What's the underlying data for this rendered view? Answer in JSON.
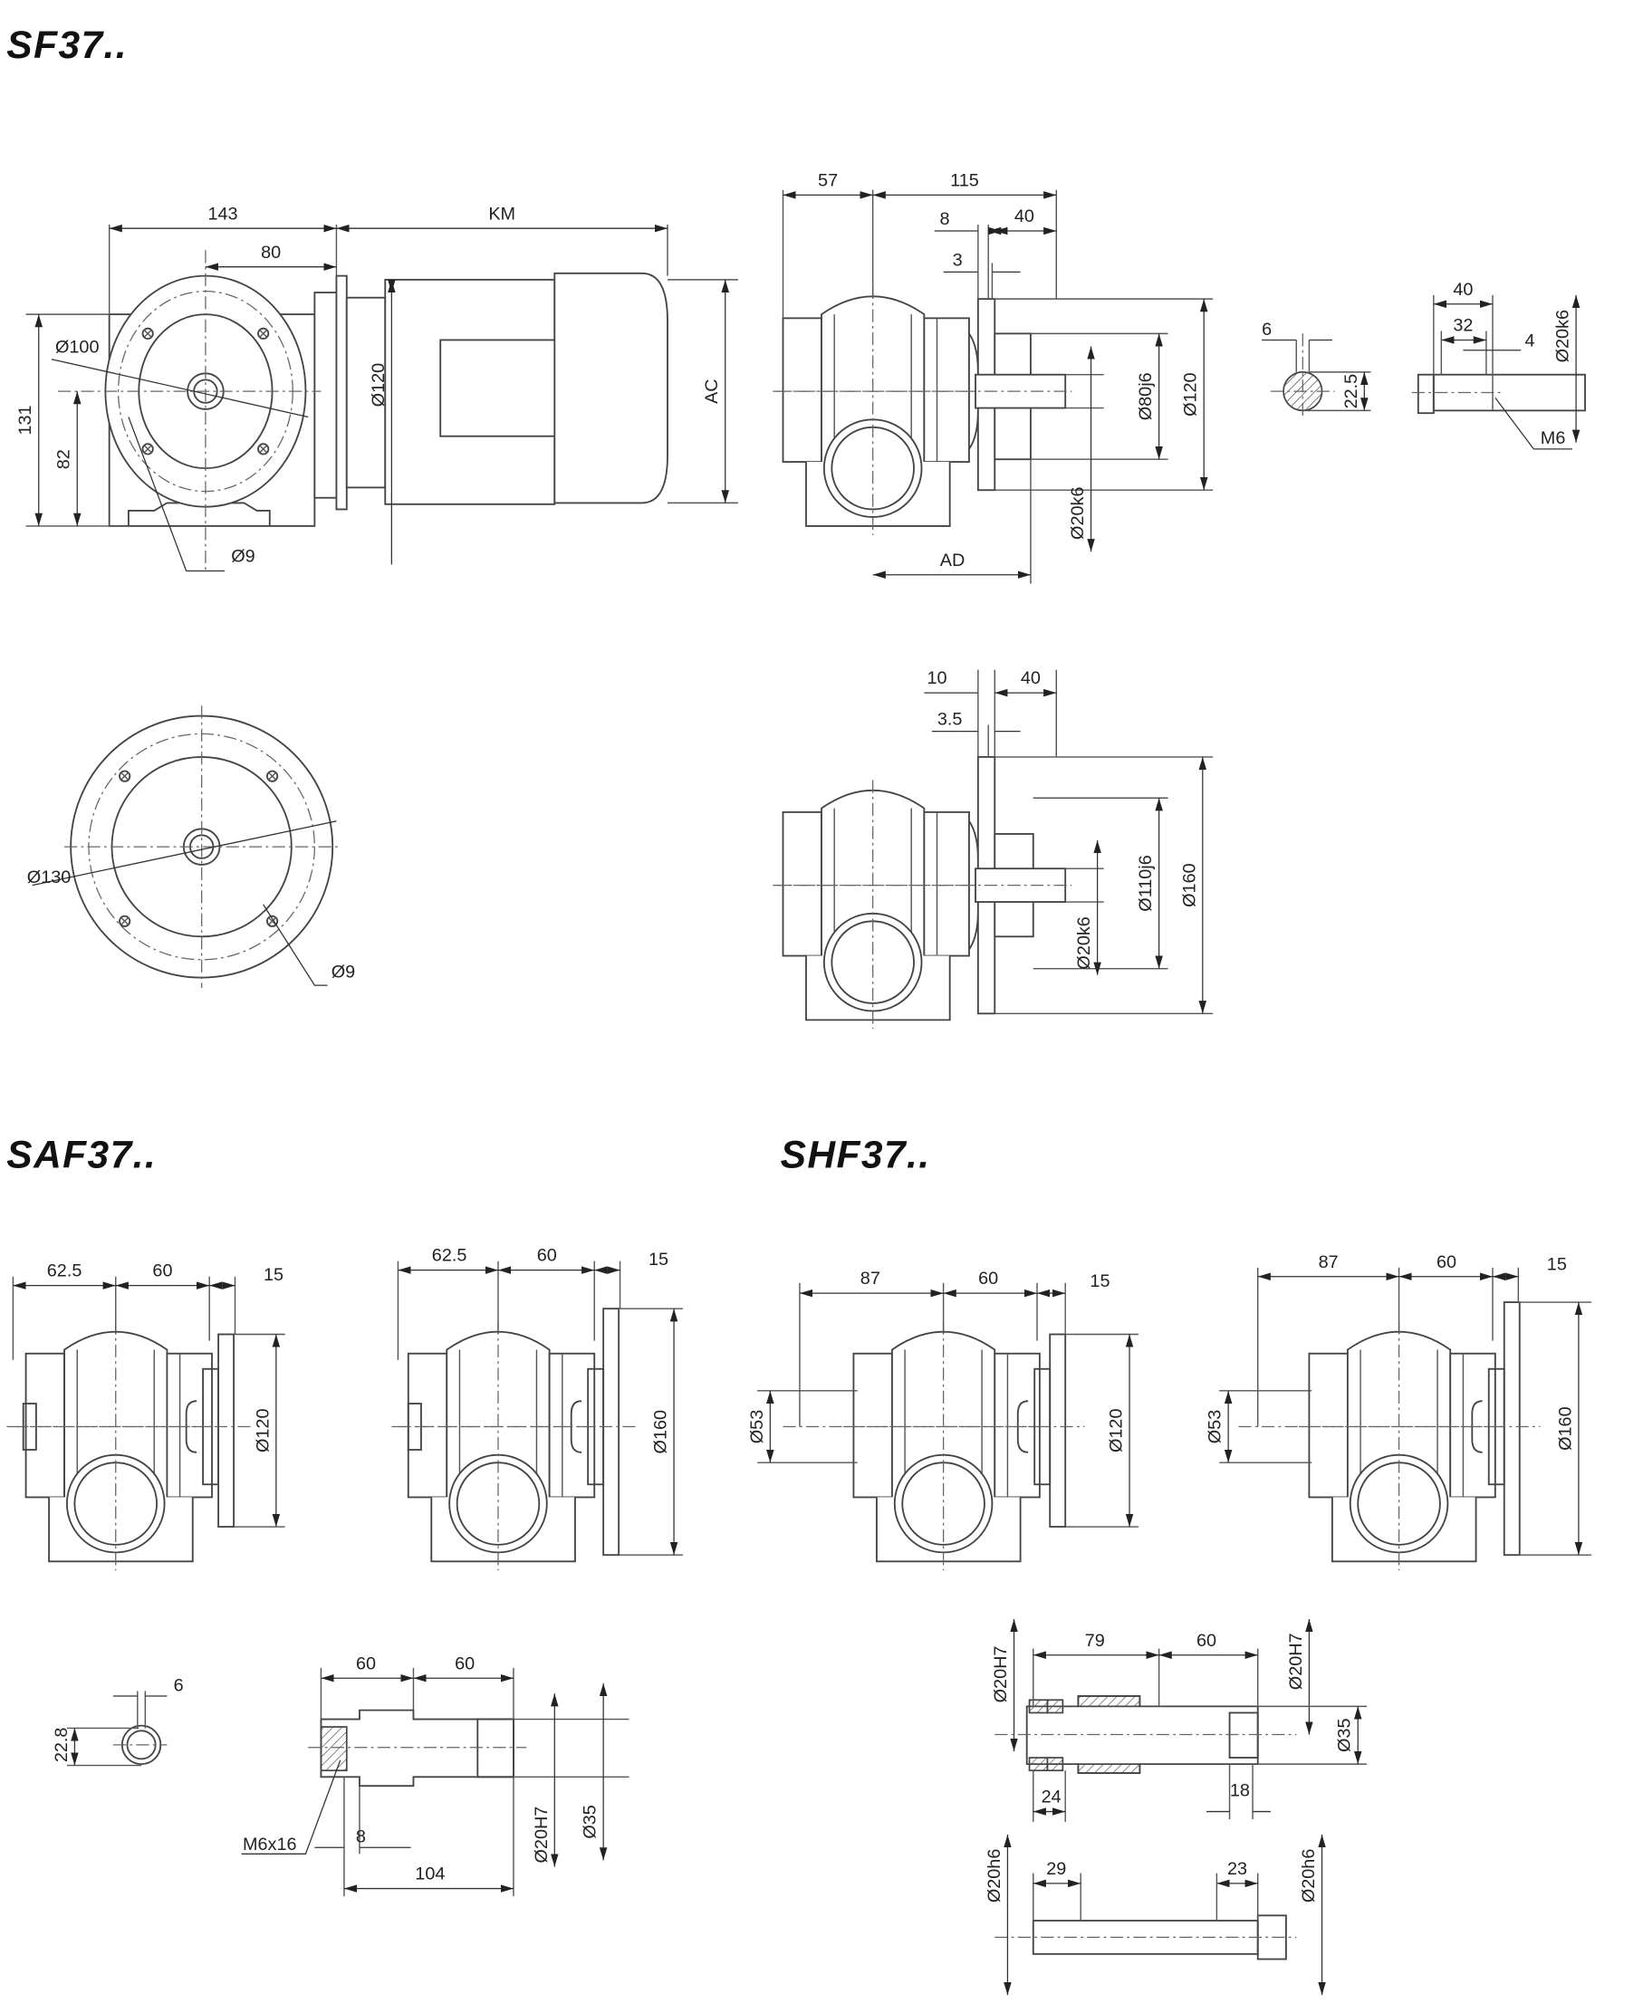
{
  "titles": {
    "sf37": "SF37..",
    "saf37": "SAF37..",
    "shf37": "SHF37.."
  },
  "sf37": {
    "front_view": {
      "d143": "143",
      "km": "KM",
      "d80": "80",
      "dia120": "Ø120",
      "ac": "AC",
      "d131": "131",
      "d82": "82",
      "dia100": "Ø100",
      "dia9": "Ø9"
    },
    "side_view": {
      "d57": "57",
      "d115": "115",
      "d8": "8",
      "d40": "40",
      "d3": "3",
      "dia80j6": "Ø80j6",
      "dia120": "Ø120",
      "dia20k6": "Ø20k6",
      "ad": "AD"
    },
    "key_section": {
      "d6": "6",
      "d22_5": "22.5"
    },
    "shaft_end": {
      "d40": "40",
      "d32": "32",
      "d4": "4",
      "dia20k6": "Ø20k6",
      "thread": "M6"
    },
    "flange_front": {
      "dia130": "Ø130",
      "dia9": "Ø9"
    },
    "flange_side": {
      "d10": "10",
      "d40": "40",
      "d3_5": "3.5",
      "dia110j6": "Ø110j6",
      "dia160": "Ø160",
      "dia20k6": "Ø20k6"
    }
  },
  "saf37": {
    "view_a": {
      "d62_5": "62.5",
      "d60": "60",
      "d15": "15",
      "dia120": "Ø120"
    },
    "view_b": {
      "d62_5": "62.5",
      "d60": "60",
      "d15": "15",
      "dia160": "Ø160"
    },
    "key_section": {
      "d6": "6",
      "d22_8": "22.8"
    },
    "hollow_shaft": {
      "d60a": "60",
      "d60b": "60",
      "thread": "M6x16",
      "d8": "8",
      "d104": "104",
      "dia20h7": "Ø20H7",
      "dia35": "Ø35"
    }
  },
  "shf37": {
    "view_a": {
      "d87": "87",
      "d60": "60",
      "d15": "15",
      "dia53": "Ø53",
      "dia120": "Ø120"
    },
    "view_b": {
      "d87": "87",
      "d60": "60",
      "d15": "15",
      "dia53": "Ø53",
      "dia160": "Ø160"
    },
    "shrink_disc_shaft": {
      "d79": "79",
      "d60": "60",
      "dia20h7_left": "Ø20H7",
      "dia20h7_right": "Ø20H7",
      "dia35": "Ø35",
      "d24": "24",
      "d18": "18"
    },
    "customer_shaft": {
      "dia20h6_left": "Ø20h6",
      "dia20h6_right": "Ø20h6",
      "d29": "29",
      "d23": "23"
    }
  }
}
